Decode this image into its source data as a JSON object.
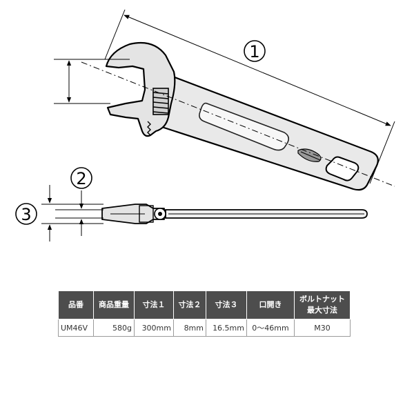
{
  "diagram": {
    "labels": {
      "dim1": "1",
      "dim2": "2",
      "dim3": "3"
    }
  },
  "spec_table": {
    "headers": [
      "品番",
      "商品重量",
      "寸法１",
      "寸法２",
      "寸法３",
      "口開き",
      "ボルトナット\n最大寸法"
    ],
    "rows": [
      [
        "UM46V",
        "580g",
        "300mm",
        "8mm",
        "16.5mm",
        "0～46mm",
        "M30"
      ]
    ]
  }
}
